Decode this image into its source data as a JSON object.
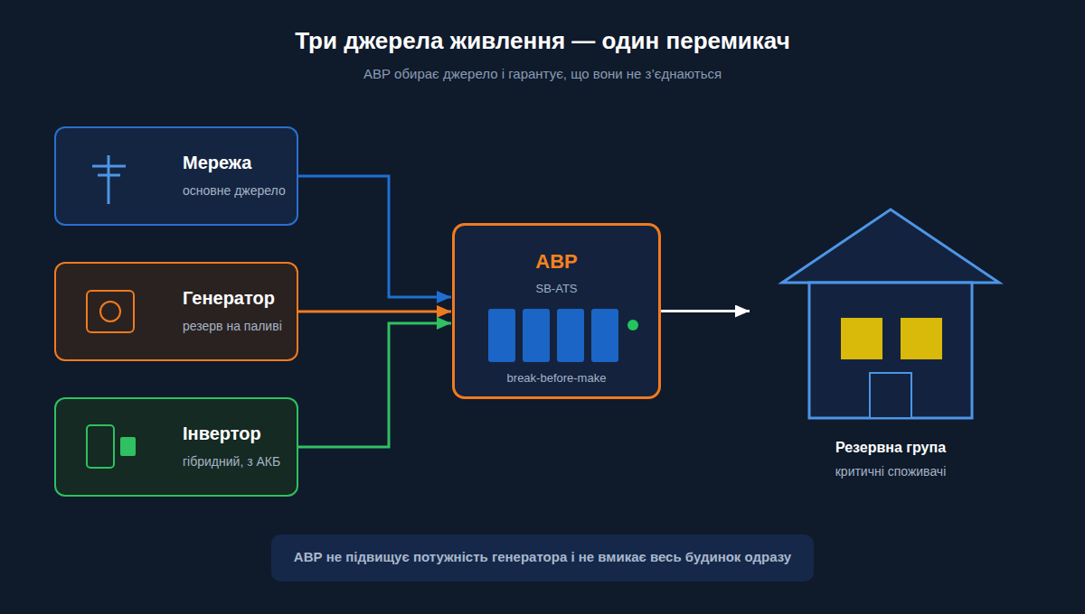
{
  "diagram": {
    "title": "Три джерела живлення — один перемикач",
    "caption": "АВР обирає джерело і гарантує, що вони не з’єднаються",
    "nodes": [
      {
        "text": [
          "Мережа",
          "основне джерело"
        ]
      },
      {
        "text": [
          "Генератор",
          "резерв на паливі"
        ]
      },
      {
        "text": [
          "Інвертор",
          "гібридний, з АКБ"
        ]
      },
      {
        "text": [
          "АВР",
          "SB-ATS",
          "break-before-make"
        ]
      },
      {
        "text": [
          "Резервна група",
          "критичні споживачі"
        ]
      },
      {
        "text": [
          "АВР не підвищує потужність генератора і не вмикає весь будинок одразу"
        ]
      }
    ],
    "edges": [
      {
        "from": 0,
        "to": 3,
        "arrow": "to"
      },
      {
        "from": 1,
        "to": 3,
        "arrow": "to"
      },
      {
        "from": 2,
        "to": 3,
        "arrow": "to"
      },
      {
        "from": 3,
        "to": 4,
        "arrow": "to"
      }
    ]
  }
}
